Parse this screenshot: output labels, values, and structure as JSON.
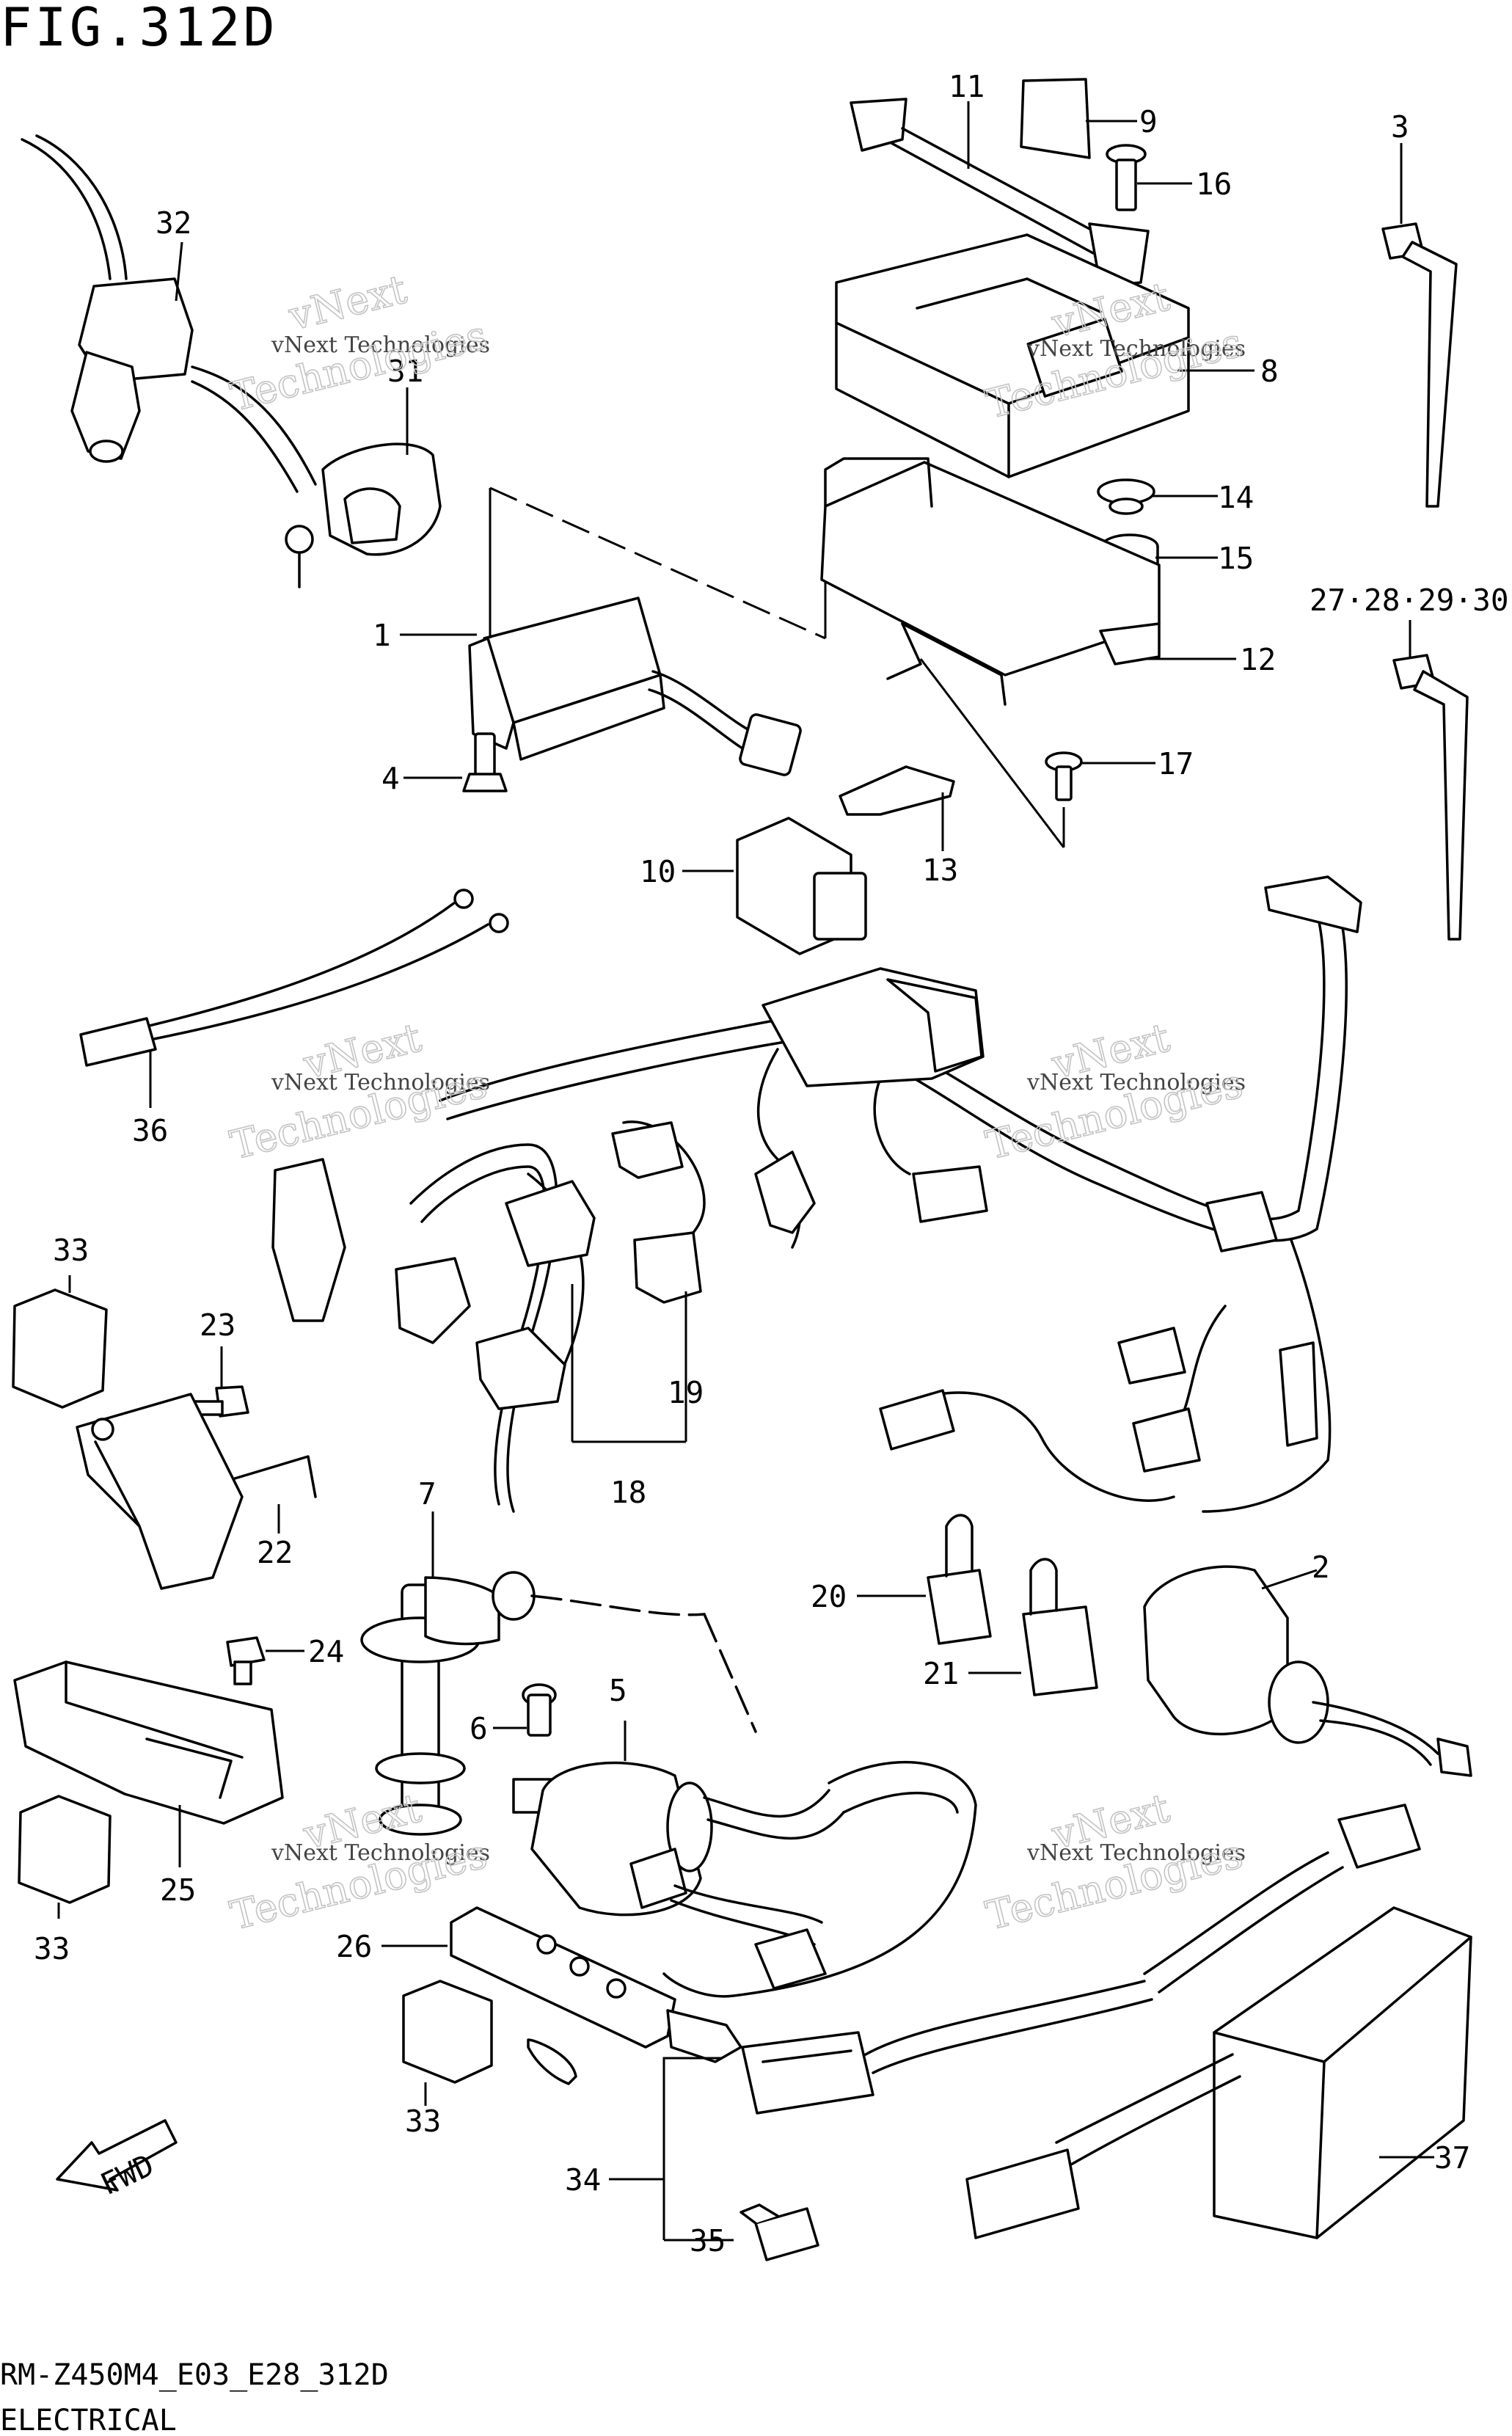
{
  "figure": {
    "title": "FIG.312D",
    "code": "RM-Z450M4_E03_E28_312D",
    "section": "ELECTRICAL"
  },
  "watermark": {
    "line_small": "vNext Technologies",
    "line_big_1": "vNext",
    "line_big_2": "Technologies"
  },
  "fwd_label": "FWD",
  "callouts": {
    "c1": "1",
    "c2": "2",
    "c3": "3",
    "c4": "4",
    "c5": "5",
    "c6": "6",
    "c7": "7",
    "c8": "8",
    "c9": "9",
    "c10": "10",
    "c11": "11",
    "c12": "12",
    "c13": "13",
    "c14": "14",
    "c15": "15",
    "c16": "16",
    "c17": "17",
    "c18": "18",
    "c19": "19",
    "c20": "20",
    "c21": "21",
    "c22": "22",
    "c23": "23",
    "c24": "24",
    "c25": "25",
    "c26": "26",
    "c27_30": "27·28·29·30",
    "c31": "31",
    "c32": "32",
    "c33a": "33",
    "c33b": "33",
    "c33c": "33",
    "c34": "34",
    "c35": "35",
    "c36": "36",
    "c37": "37"
  }
}
